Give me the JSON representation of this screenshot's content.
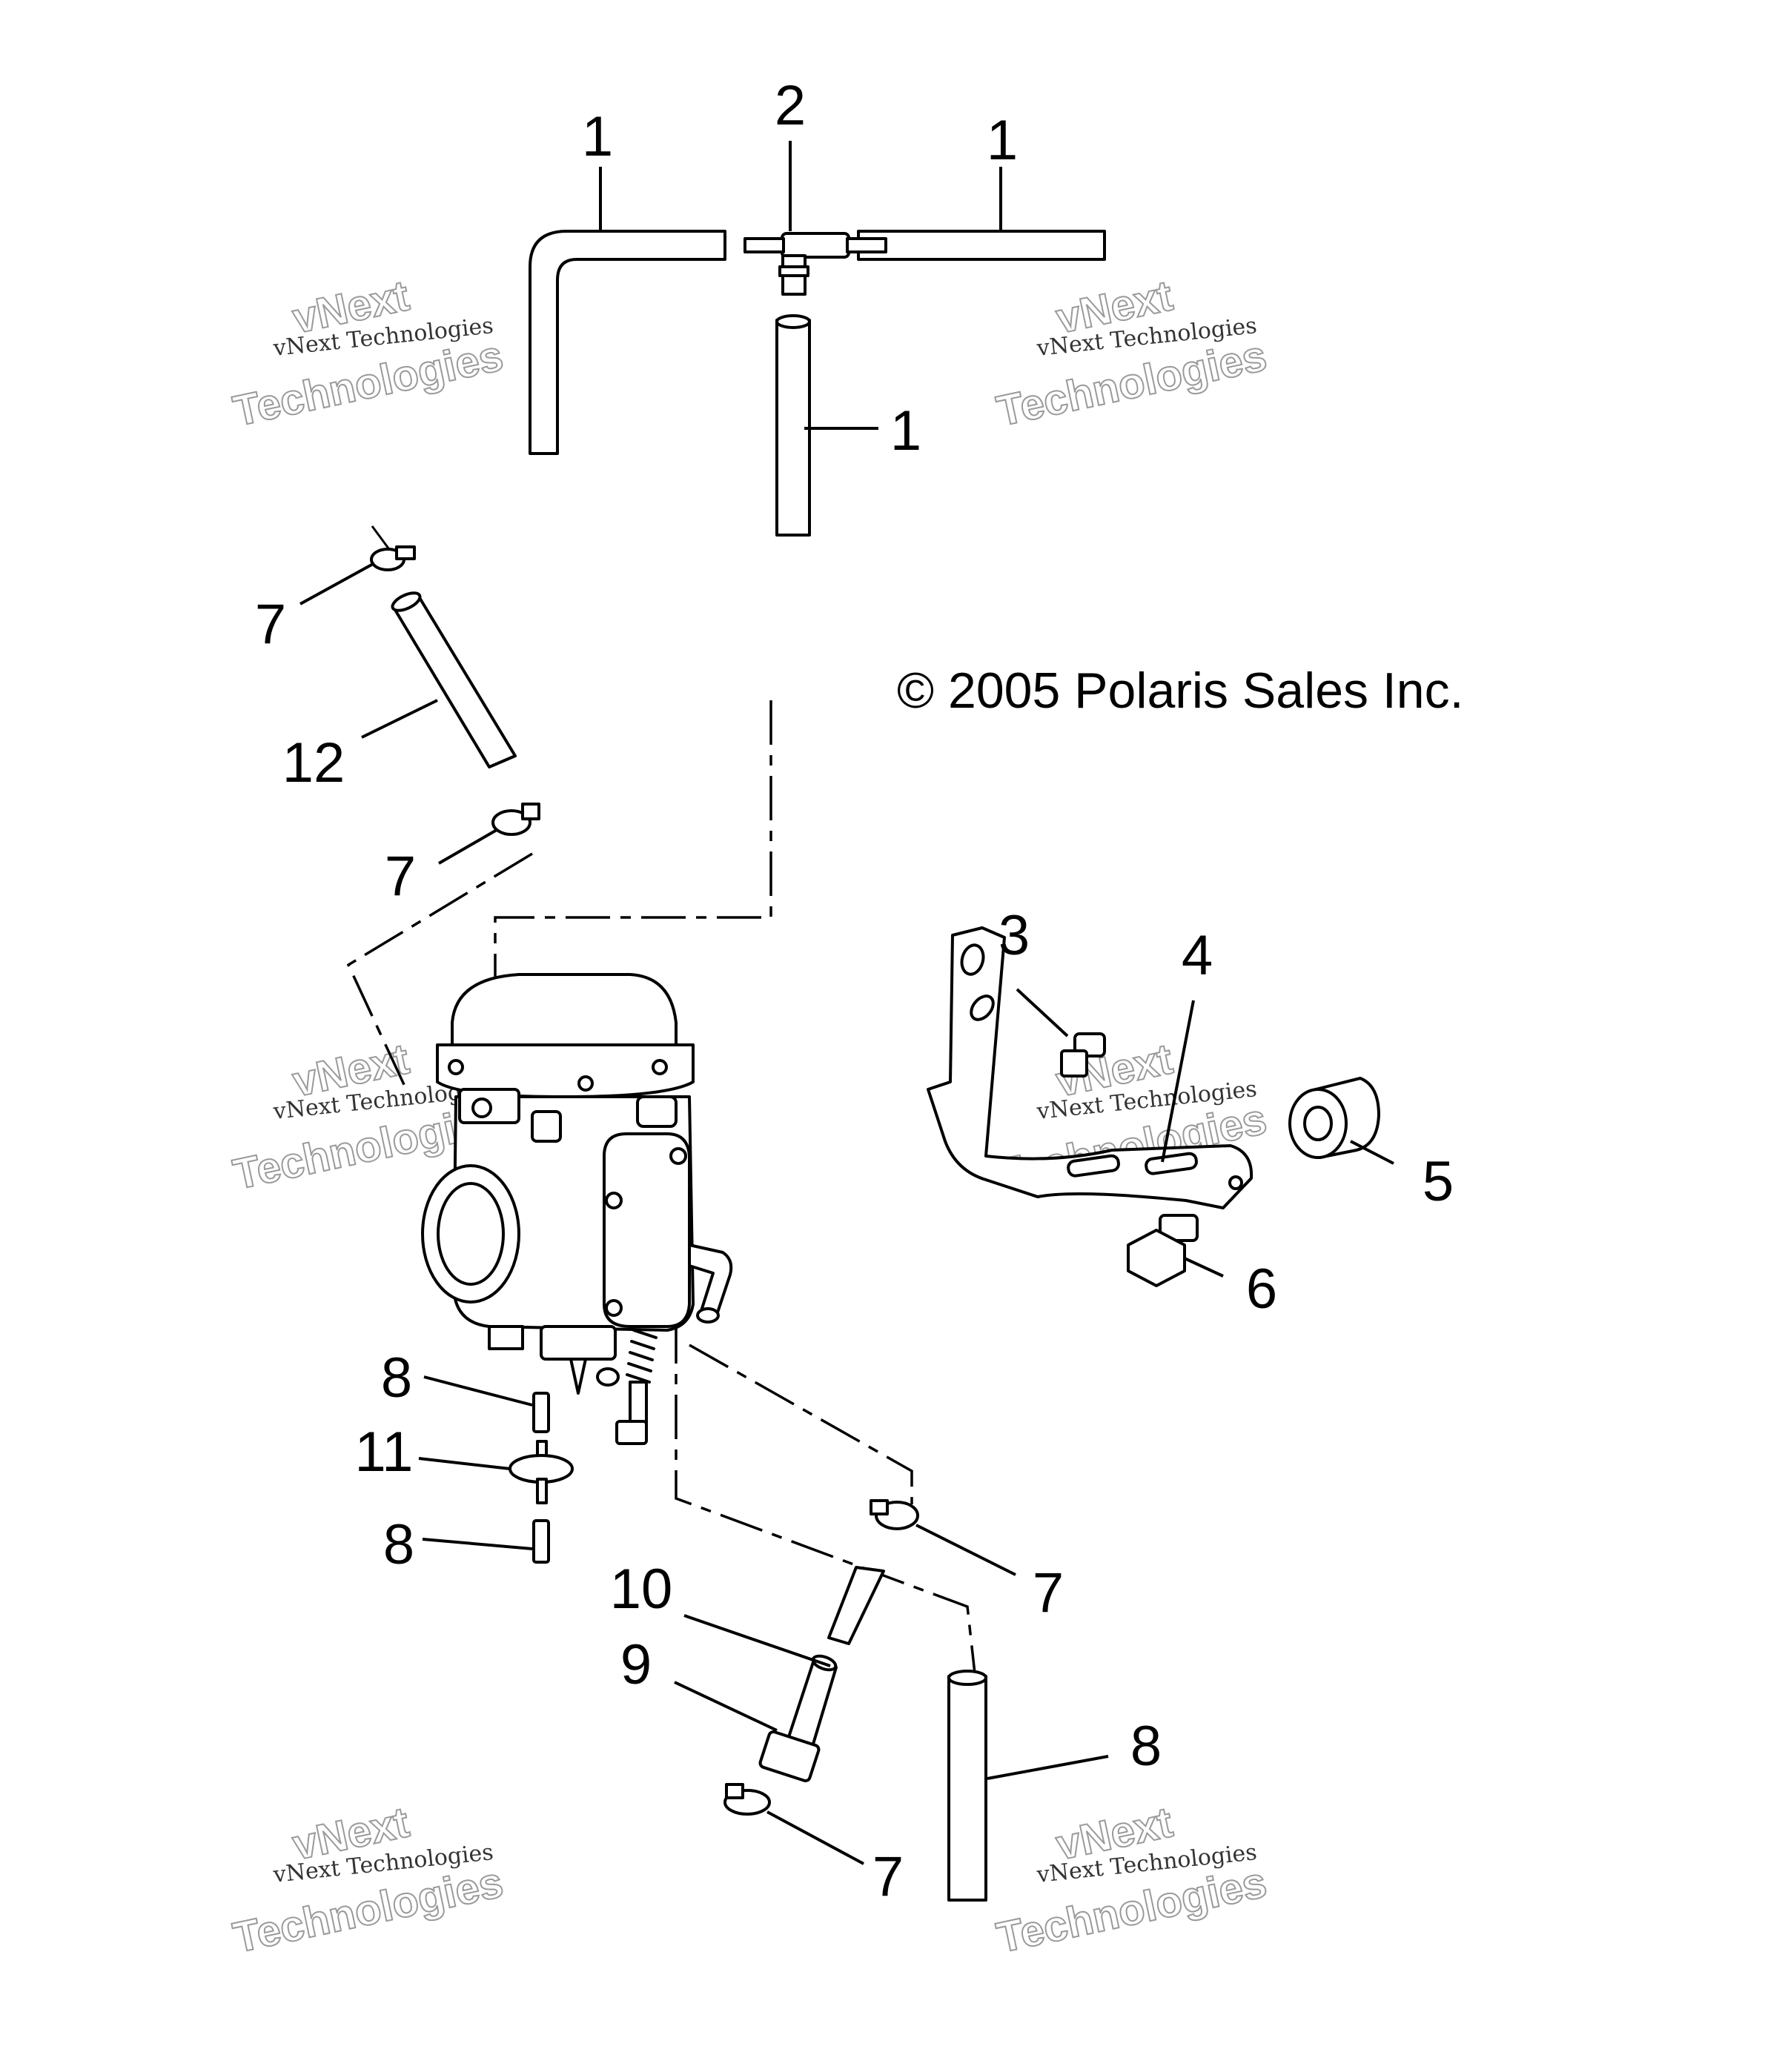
{
  "copyright": "© 2005 Polaris Sales Inc.",
  "watermark": {
    "small": "vNext Technologies",
    "big_top": "vNext",
    "big_bottom": "Technologies"
  },
  "callouts": {
    "c1a": "1",
    "c2": "2",
    "c1b": "1",
    "c1c": "1",
    "c7a": "7",
    "c12": "12",
    "c7b": "7",
    "c3": "3",
    "c4": "4",
    "c5": "5",
    "c6": "6",
    "c8a": "8",
    "c11": "11",
    "c8b": "8",
    "c7c": "7",
    "c10": "10",
    "c9": "9",
    "c8c": "8",
    "c7d": "7"
  }
}
